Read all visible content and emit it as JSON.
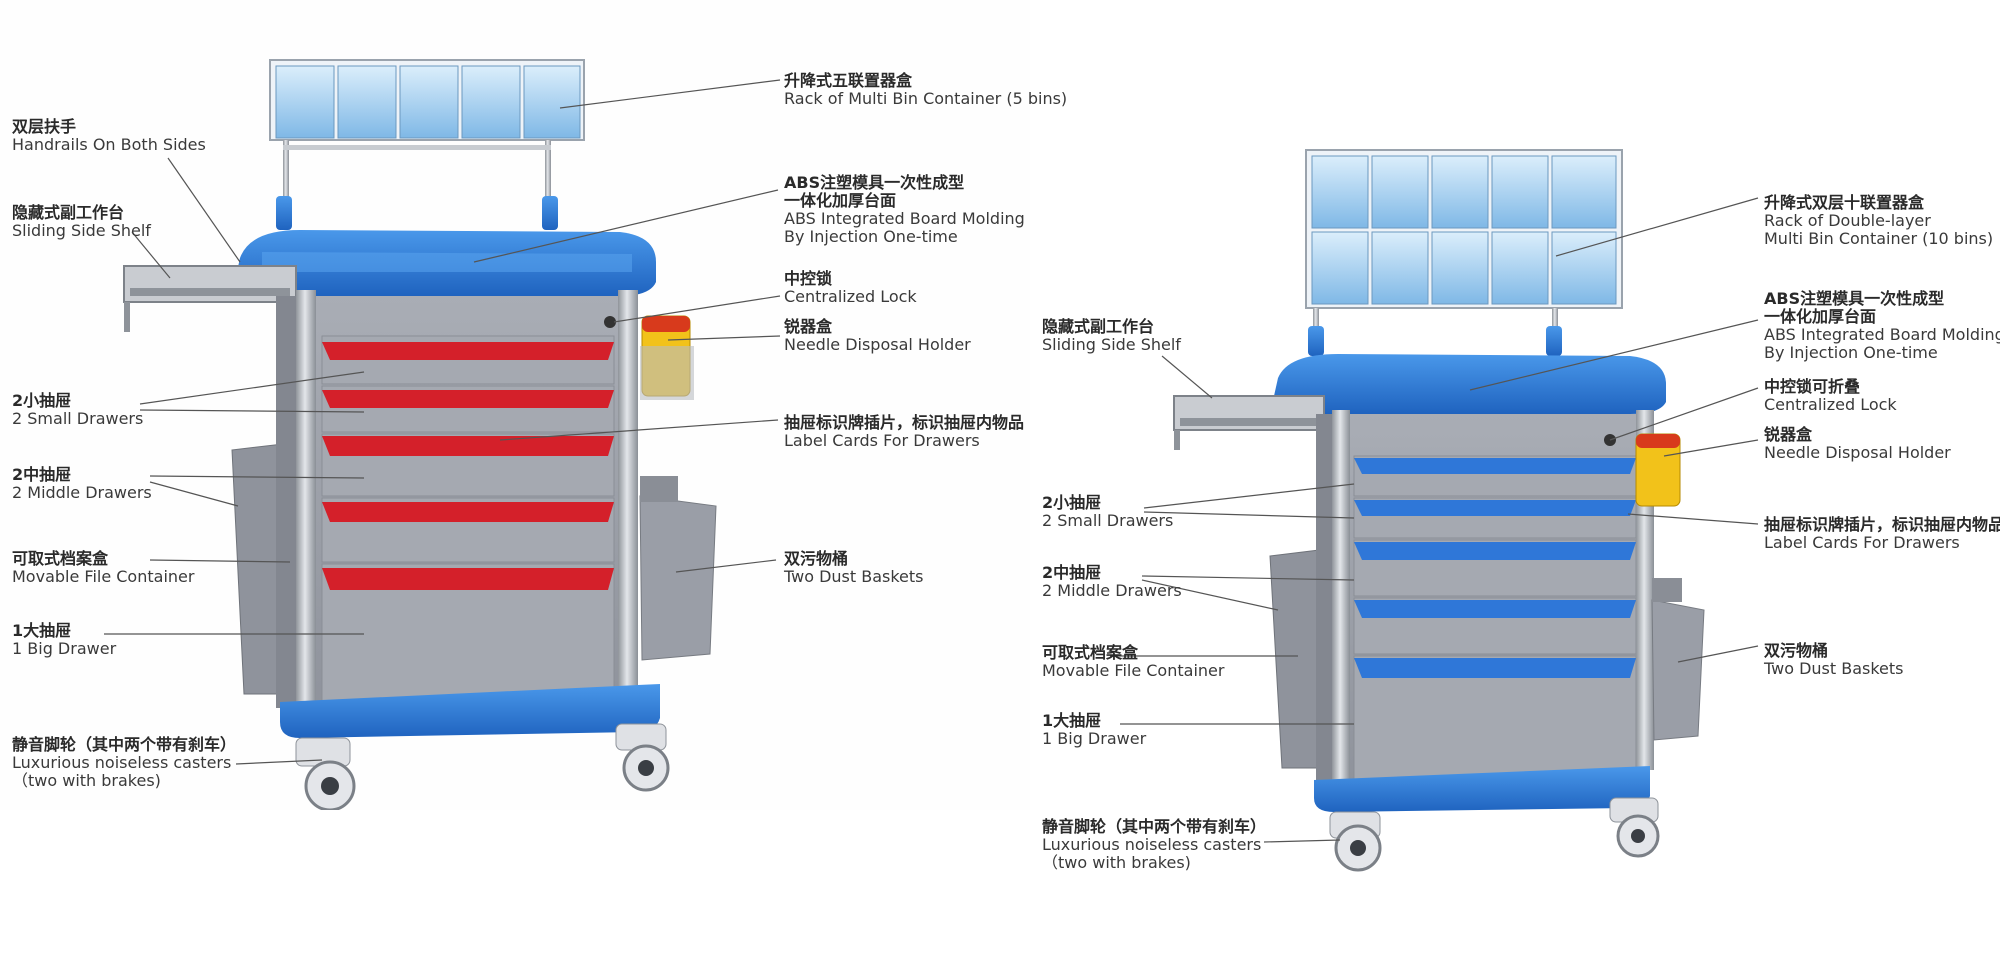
{
  "left_cart": {
    "labels": [
      {
        "id": "rack5",
        "zh": "升降式五联置器盒",
        "en": "Rack of Multi Bin Container (5 bins)"
      },
      {
        "id": "handrail",
        "zh": "双层扶手",
        "en": "Handrails On Both Sides"
      },
      {
        "id": "sideshelf",
        "zh": "隐藏式副工作台",
        "en": "Sliding Side Shelf"
      },
      {
        "id": "abs",
        "zh": "ABS注塑模具一次性成型",
        "zh2": "一体化加厚台面",
        "en": "ABS Integrated Board Molding",
        "en2": "By Injection One-time"
      },
      {
        "id": "lock",
        "zh": "中控锁",
        "en": "Centralized Lock"
      },
      {
        "id": "needle",
        "zh": "锐器盒",
        "en": "Needle Disposal Holder"
      },
      {
        "id": "small",
        "zh": "2小抽屉",
        "en": "2 Small Drawers"
      },
      {
        "id": "cards",
        "zh": "抽屉标识牌插片，标识抽屉内物品",
        "en": "Label Cards For Drawers"
      },
      {
        "id": "middle",
        "zh": "2中抽屉",
        "en": "2 Middle Drawers"
      },
      {
        "id": "file",
        "zh": "可取式档案盒",
        "en": "Movable File Container"
      },
      {
        "id": "dust",
        "zh": "双污物桶",
        "en": "Two Dust Baskets"
      },
      {
        "id": "big",
        "zh": "1大抽屉",
        "en": "1 Big Drawer"
      },
      {
        "id": "casters",
        "zh": "静音脚轮（其中两个带有刹车）",
        "en": "Luxurious noiseless casters",
        "en2": "（two with brakes)"
      }
    ]
  },
  "right_cart": {
    "labels": [
      {
        "id": "rack10",
        "zh": "升降式双层十联置器盒",
        "en": "Rack of Double-layer",
        "en2": "Multi Bin Container (10 bins)"
      },
      {
        "id": "abs",
        "zh": "ABS注塑模具一次性成型",
        "zh2": "一体化加厚台面",
        "en": "ABS Integrated Board Molding",
        "en2": "By Injection One-time"
      },
      {
        "id": "sideshelf",
        "zh": "隐藏式副工作台",
        "en": "Sliding Side Shelf"
      },
      {
        "id": "lock",
        "zh": "中控锁可折叠",
        "en": "Centralized Lock"
      },
      {
        "id": "needle",
        "zh": "锐器盒",
        "en": "Needle Disposal Holder"
      },
      {
        "id": "small",
        "zh": "2小抽屉",
        "en": "2 Small Drawers"
      },
      {
        "id": "cards",
        "zh": "抽屉标识牌插片，标识抽屉内物品",
        "en": "Label Cards For Drawers"
      },
      {
        "id": "middle",
        "zh": "2中抽屉",
        "en": "2 Middle Drawers"
      },
      {
        "id": "file",
        "zh": "可取式档案盒",
        "en": "Movable File Container"
      },
      {
        "id": "dust",
        "zh": "双污物桶",
        "en": "Two Dust Baskets"
      },
      {
        "id": "big",
        "zh": "1大抽屉",
        "en": "1 Big Drawer"
      },
      {
        "id": "casters",
        "zh": "静音脚轮（其中两个带有刹车）",
        "en": "Luxurious noiseless casters",
        "en2": "（two with brakes)"
      }
    ]
  },
  "colors": {
    "body_gray": "#9a9ea7",
    "body_gray_light": "#b4b7bf",
    "frame_blue": "#2f7fd8",
    "frame_blue_dark": "#1f5fb8",
    "drawer_red": "#d4202a",
    "drawer_blue": "#2f77d8",
    "bin_blue": "#8ec3ea",
    "needle_yellow": "#f2c21a",
    "steel": "#b8bcc2",
    "text": "#3a3a3a",
    "leader": "#555555"
  }
}
